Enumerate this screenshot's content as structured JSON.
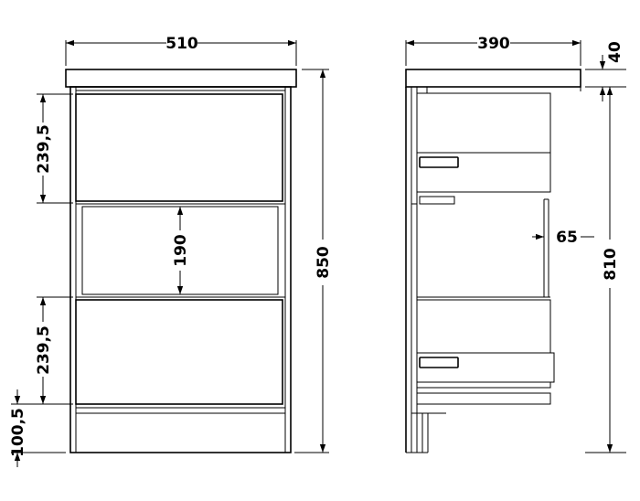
{
  "dimensions": {
    "front_width": "510",
    "side_depth": "390",
    "worktop_thickness": "40",
    "drawer_top_height": "239,5",
    "open_shelf_height": "190",
    "drawer_bottom_height": "239,5",
    "plinth_height": "100,5",
    "overall_height": "850",
    "carcass_height": "810",
    "handle_offset": "65"
  }
}
